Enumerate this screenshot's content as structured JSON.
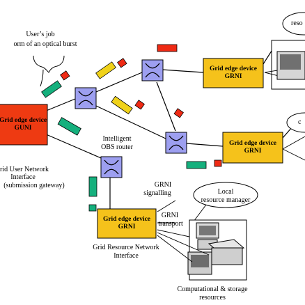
{
  "colors": {
    "gnui_fill": "#ee3a12",
    "grni_fill": "#f5c21b",
    "router_fill": "#9d9ff0",
    "burst_teal": "#15b07d",
    "burst_yellow": "#f0d21a",
    "burst_red": "#ef2a14"
  },
  "labels": {
    "users_job_line1": "User’s job",
    "users_job_line2": "orm of an optical burst",
    "guni_title": "Grid edge device",
    "guni_name": "GUNI",
    "guni_desc_line1": "rid User Network",
    "guni_desc_line2": "Interface",
    "guni_desc_line3": "(submission gateway)",
    "router_line1": "Intelligent",
    "router_line2": "OBS router",
    "grni_signalling_line1": "GRNI",
    "grni_signalling_line2": "signalling",
    "grni_transport_line1": "GRNI",
    "grni_transport_line2": "transport",
    "local_rm_line1": "Local",
    "local_rm_line2": "resource manager",
    "grni_desc_line1": "Grid Resource Network",
    "grni_desc_line2": "Interface",
    "comp_line1": "Computational & storage",
    "comp_line2": "resources",
    "top_right_fragment": "reso",
    "mid_right_fragment": "c",
    "grni_box_title": "Grid edge device",
    "grni_box_name": "GRNI"
  },
  "icons": [
    "optical-switch-icon",
    "computer-icon",
    "optical-burst-icon"
  ]
}
